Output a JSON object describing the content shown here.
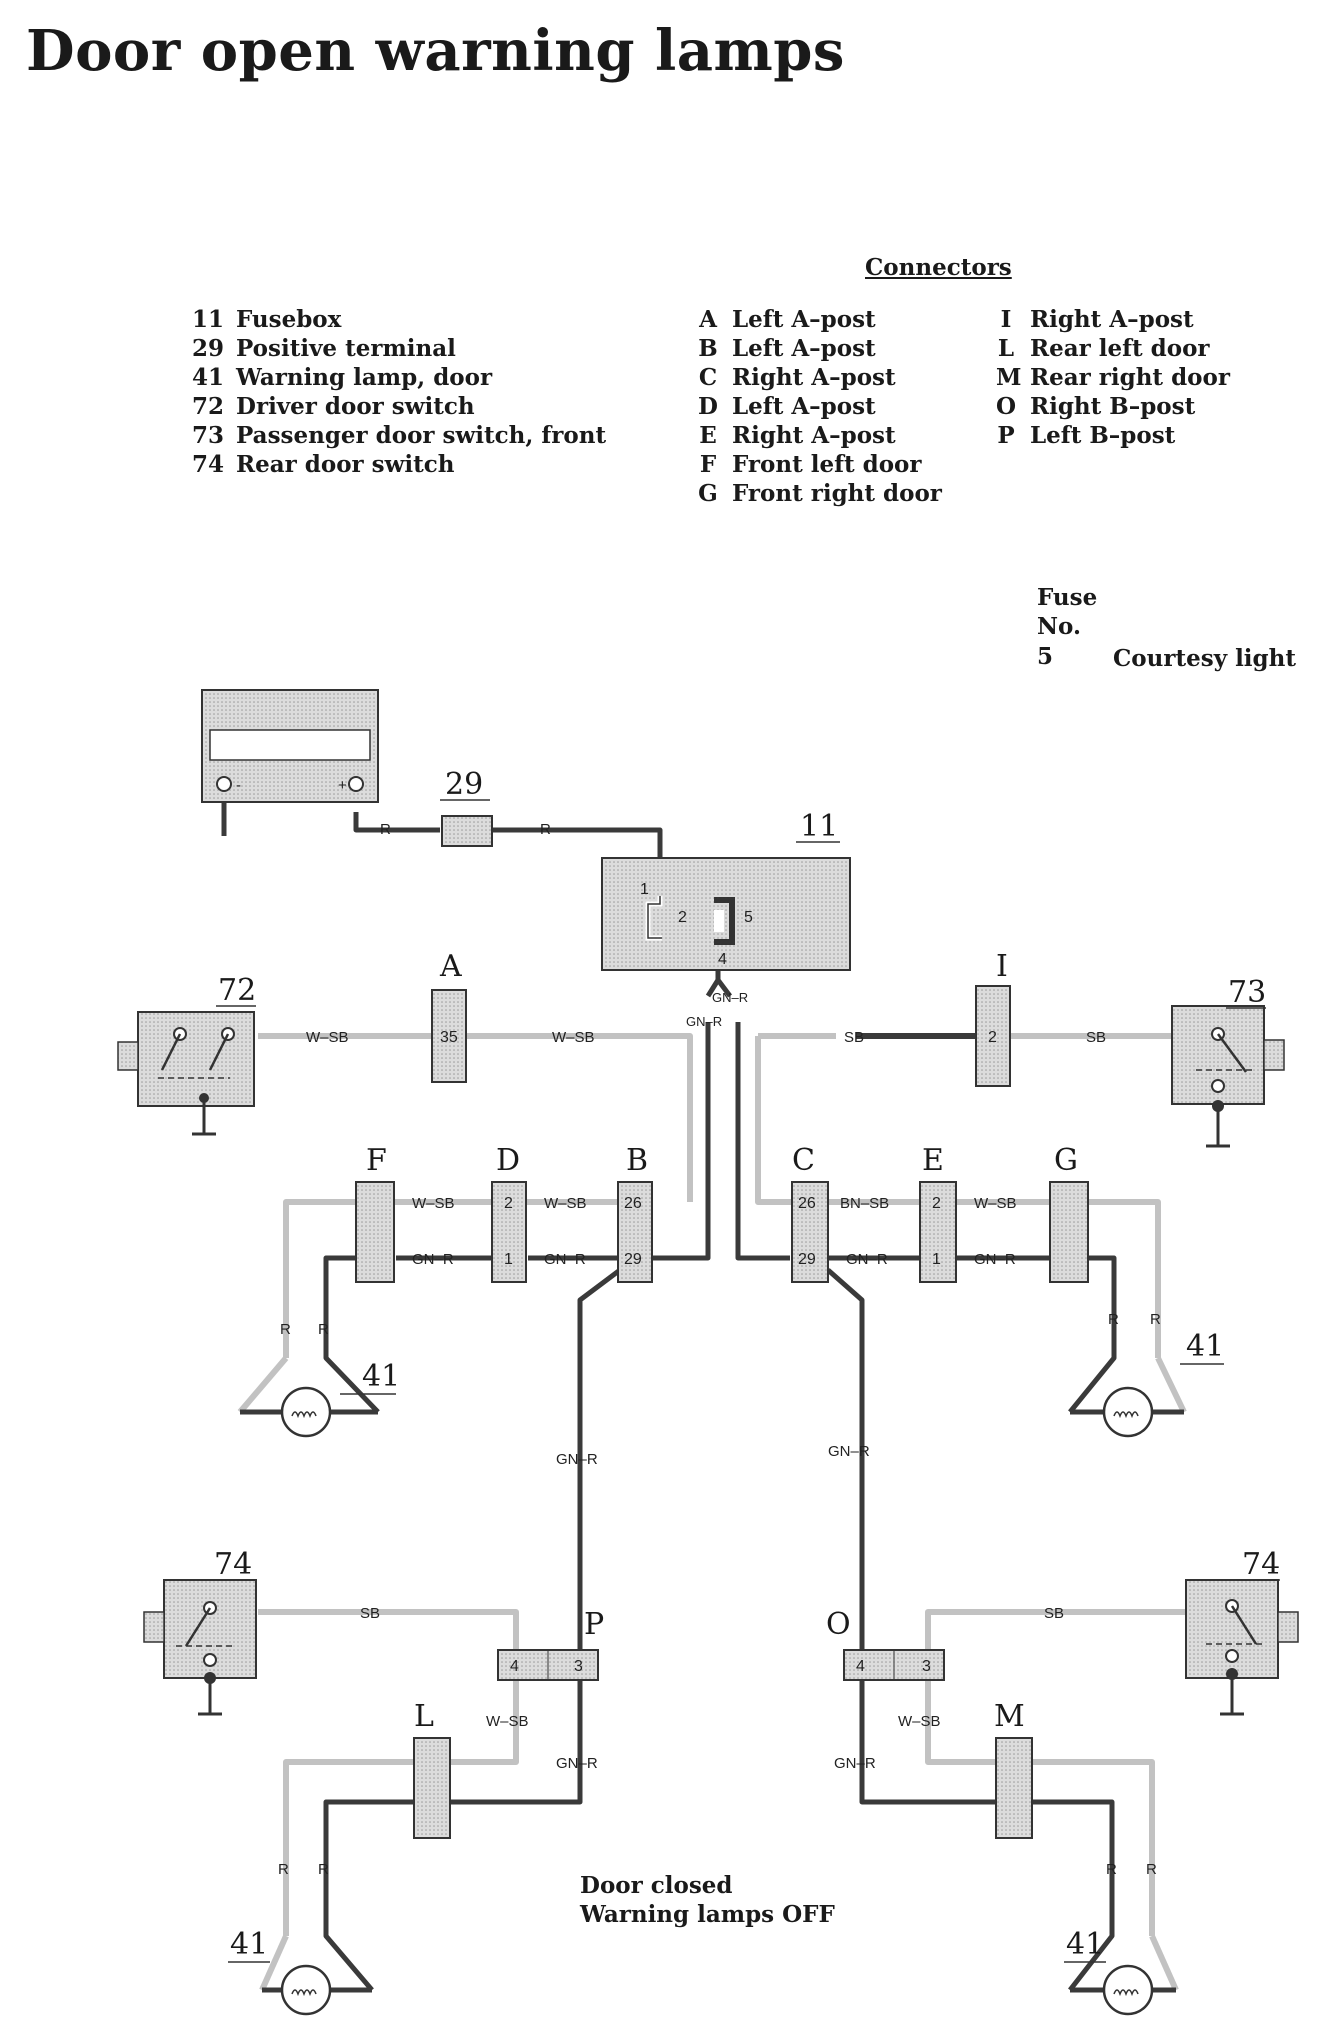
{
  "title": "Door open warning lamps",
  "components": [
    {
      "num": "11",
      "name": "Fusebox"
    },
    {
      "num": "29",
      "name": "Positive terminal"
    },
    {
      "num": "41",
      "name": "Warning lamp, door"
    },
    {
      "num": "72",
      "name": "Driver door switch"
    },
    {
      "num": "73",
      "name": "Passenger door switch, front"
    },
    {
      "num": "74",
      "name": "Rear door switch"
    }
  ],
  "connectors_heading": "Connectors",
  "connectors_col1": [
    {
      "code": "A",
      "name": "Left A–post"
    },
    {
      "code": "B",
      "name": "Left A–post"
    },
    {
      "code": "C",
      "name": "Right A–post"
    },
    {
      "code": "D",
      "name": "Left A–post"
    },
    {
      "code": "E",
      "name": "Right A–post"
    },
    {
      "code": "F",
      "name": "Front left door"
    },
    {
      "code": "G",
      "name": "Front right door"
    }
  ],
  "connectors_col2": [
    {
      "code": "I",
      "name": "Right A–post"
    },
    {
      "code": "L",
      "name": "Rear left door"
    },
    {
      "code": "M",
      "name": "Rear right door"
    },
    {
      "code": "O",
      "name": "Right B–post"
    },
    {
      "code": "P",
      "name": "Left B–post"
    }
  ],
  "fuse": {
    "line1": "Fuse",
    "line2": "No.",
    "number": "5",
    "description": "Courtesy light"
  },
  "status_note": {
    "line1": "Door closed",
    "line2": "Warning lamps OFF"
  },
  "labels": {
    "battery_minus": "-",
    "battery_plus": "+",
    "c29": "29",
    "c11": "11",
    "cA": "A",
    "cI": "I",
    "c72": "72",
    "c73": "73",
    "cF": "F",
    "cD": "D",
    "cB": "B",
    "cC": "C",
    "cE": "E",
    "cG": "G",
    "c41_fl": "41",
    "c41_fr": "41",
    "c41_rl": "41",
    "c41_rr": "41",
    "c74_l": "74",
    "c74_r": "74",
    "cP": "P",
    "cO": "O",
    "cL": "L",
    "cM": "M"
  },
  "pins": {
    "fb1": "1",
    "fb2": "2",
    "fb4": "4",
    "fb5": "5",
    "a35": "35",
    "i2": "2",
    "d2": "2",
    "d1": "1",
    "b26": "26",
    "b29": "29",
    "c26": "26",
    "c29": "29",
    "e2": "2",
    "e1": "1",
    "p4": "4",
    "p3": "3",
    "o4": "4",
    "o3": "3"
  },
  "wires": {
    "r": "R",
    "w_sb": "W–SB",
    "sb": "SB",
    "gn_r": "GN–R",
    "bn_sb": "BN–SB"
  },
  "colors": {
    "ink": "#333333",
    "box_fill": "#d6d6d6",
    "light_wire": "#c4c4c4",
    "dark_wire": "#3a3a3a"
  }
}
